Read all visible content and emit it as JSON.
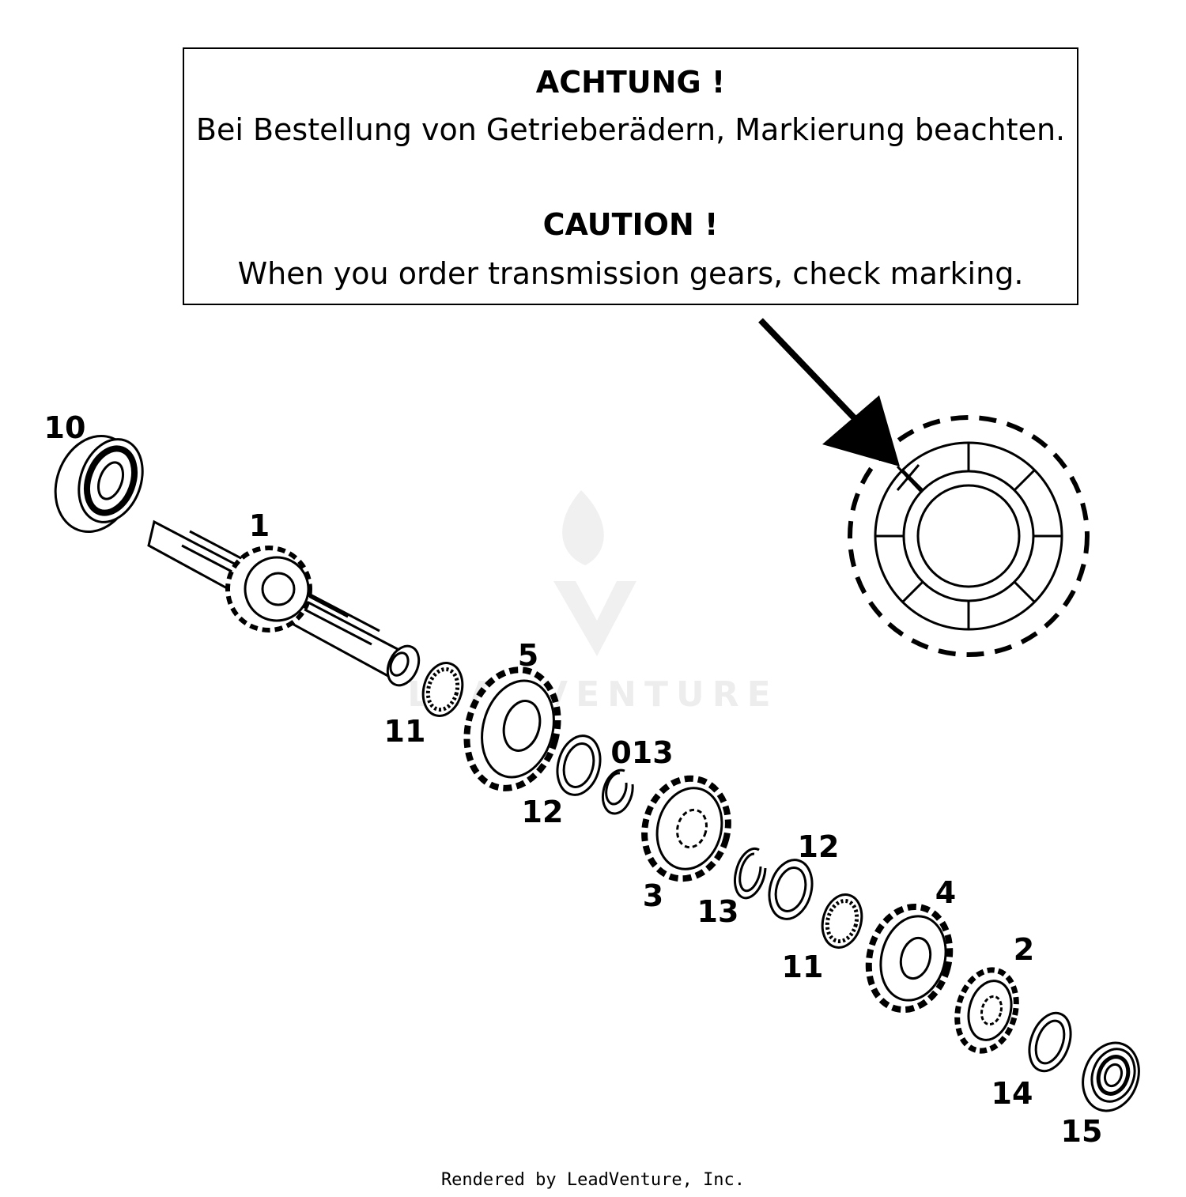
{
  "notice": {
    "german_heading": "ACHTUNG !",
    "german_text": "Bei Bestellung von Getrieberädern, Markierung beachten.",
    "english_heading": "CAUTION !",
    "english_text": "When you order transmission gears, check marking."
  },
  "callouts": {
    "bearing_left": "10",
    "shaft": "1",
    "needle_bearing_a": "11",
    "gear_5": "5",
    "washer_a": "12",
    "circlip_a": "013",
    "gear_3": "3",
    "circlip_b": "13",
    "washer_b": "12",
    "needle_bearing_b": "11",
    "gear_4": "4",
    "gear_2": "2",
    "washer_c": "14",
    "bearing_right": "15"
  },
  "watermark": {
    "text": "LEADVENTURE"
  },
  "footer": {
    "text": "Rendered by LeadVenture, Inc."
  }
}
